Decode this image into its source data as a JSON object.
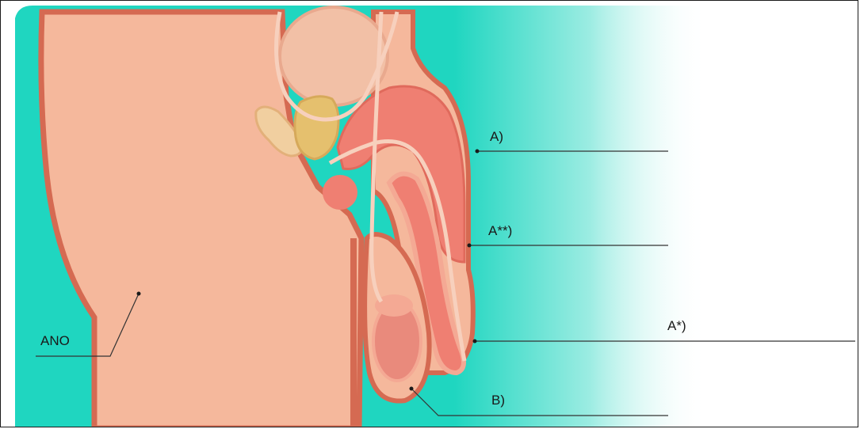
{
  "labels": {
    "a": "A)",
    "a_double_star": "A**)",
    "a_star": "A*)",
    "b": "B)",
    "ano": "ANO"
  },
  "colors": {
    "background_teal": "#1fd6c0",
    "skin": "#f5b89c",
    "outline": "#d56a52",
    "tissue": "#ef7f72",
    "tissue_light": "#f4a994",
    "gland": "#e5c06e",
    "bladder": "#f2c0a6",
    "leader_line": "#333333"
  }
}
